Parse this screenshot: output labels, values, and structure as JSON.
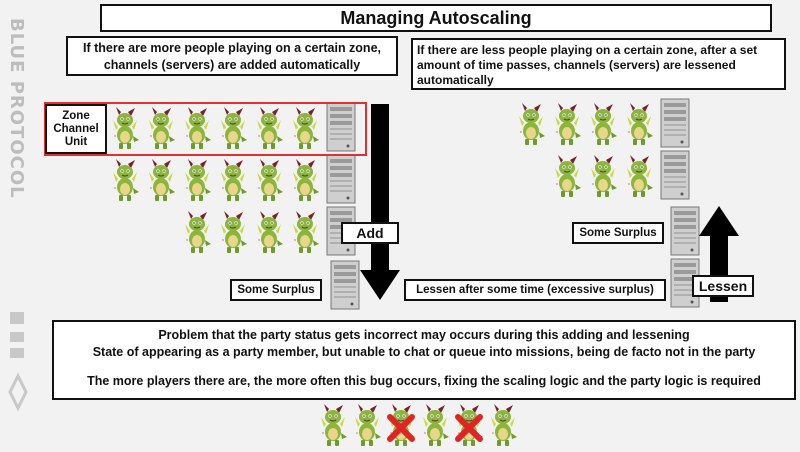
{
  "logo": {
    "text": "BLUE PROTOCOL"
  },
  "title": "Managing Autoscaling",
  "notes": {
    "add_rule": "If there are more people playing on a certain zone, channels (servers) are added automatically",
    "lessen_rule": "If there are less people playing on a certain zone, after a set amount of time passes, channels (servers) are lessened automatically"
  },
  "labels": {
    "zone_channel_unit": "Zone Channel Unit",
    "some_surplus_left": "Some Surplus",
    "add_arrow": "Add",
    "lessen_after": "Lessen after some time (excessive surplus)",
    "some_surplus_right": "Some Surplus",
    "lessen_arrow": "Lessen"
  },
  "problem": {
    "line1": "Problem that the party status gets incorrect may occurs during this adding and lessening",
    "line2": "State of appearing as a party member, but unable to chat or queue into missions, being de facto not in the party",
    "line3": "The more players there are, the more often this bug occurs, fixing the scaling logic and the party logic is required"
  },
  "icons": {
    "character": "dragon-character-icon",
    "server": "server-tower-icon",
    "excluded": "red-x-icon"
  },
  "colors": {
    "zone_outline": "#e03030",
    "arrow": "#000000",
    "x_mark": "#e02424",
    "character_body": "#8bb63a"
  }
}
